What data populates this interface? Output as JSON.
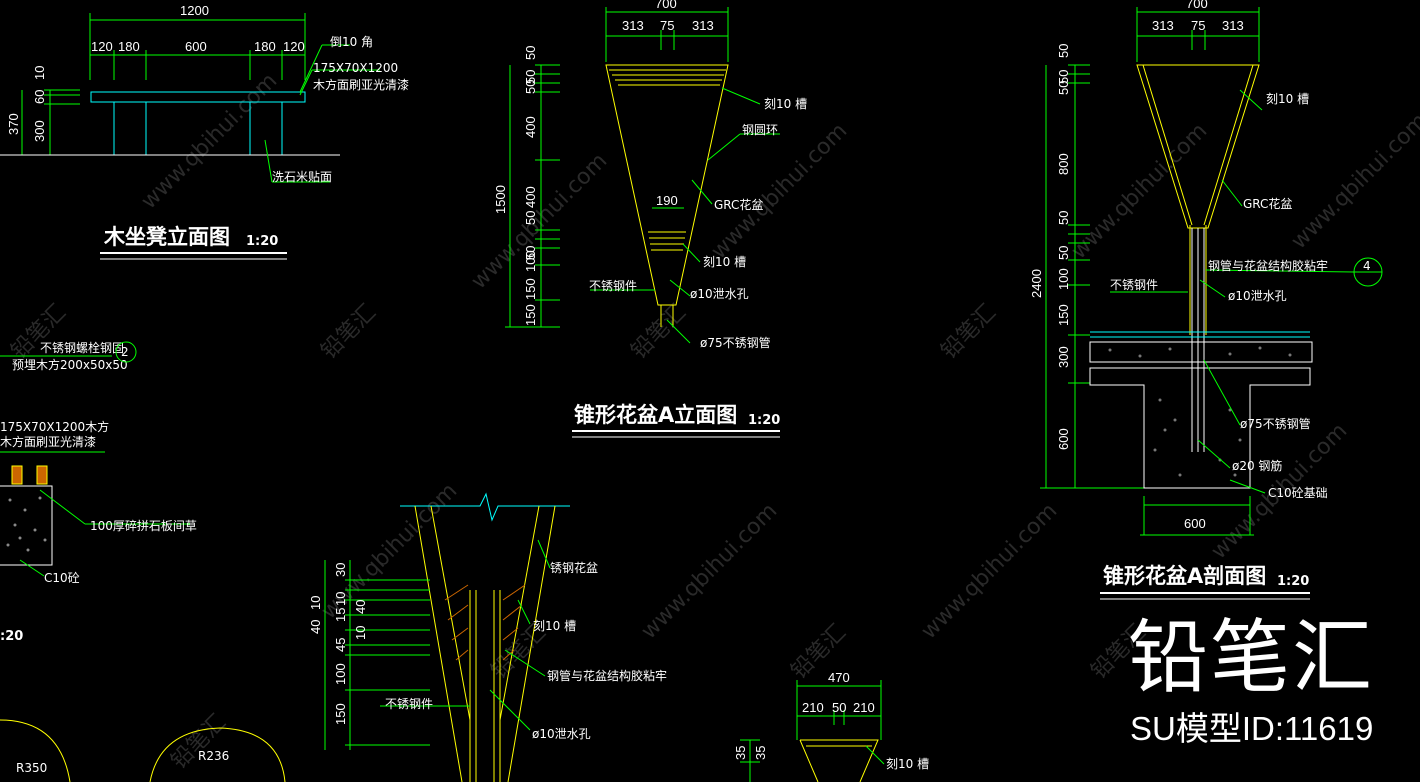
{
  "bench": {
    "total": "1200",
    "segs": [
      "120",
      "180",
      "600",
      "180",
      "120"
    ],
    "vert": [
      "10",
      "60",
      "300"
    ],
    "overall": "370",
    "notes": [
      "倒10  角",
      "175X70X1200",
      "木方面刷亚光清漆",
      "洗石米贴面"
    ],
    "title": "木坐凳立面图",
    "scale": "1:20"
  },
  "left_detail": {
    "notes": [
      "不锈钢螺栓钢固",
      "预埋木方200x50x50",
      "175X70X1200木方",
      "木方面刷亚光清漆",
      "100厚碎拼石板间草",
      "C10砼"
    ],
    "scale_fragment": ":20",
    "radii": [
      "R350",
      "R236"
    ],
    "callout": "2"
  },
  "planterA": {
    "top": "700",
    "segs": [
      "313",
      "75",
      "313"
    ],
    "vert": [
      "50",
      "50",
      "50",
      "400",
      "400",
      "50",
      "50",
      "100",
      "150",
      "150"
    ],
    "overall": "1500",
    "inner": "190",
    "notes": [
      "刻10  槽",
      "钢圆环",
      "GRC花盆",
      "刻10  槽",
      "不锈钢件",
      "ø10泄水孔",
      "ø75不锈钢管"
    ],
    "title": "锥形花盆A立面图",
    "scale": "1:20"
  },
  "planterSection": {
    "top": "700",
    "segs": [
      "313",
      "75",
      "313"
    ],
    "vert": [
      "50",
      "50",
      "50",
      "800",
      "50",
      "50",
      "100",
      "150",
      "300",
      "600"
    ],
    "overall": "2400",
    "bottom": "600",
    "callout": "4",
    "notes": [
      "刻10  槽",
      "GRC花盆",
      "钢管与花盆结构胶粘牢",
      "不锈钢件",
      "ø10泄水孔",
      "ø75不锈钢管",
      "ø20 钢筋",
      "C10砼基础"
    ],
    "title": "锥形花盆A剖面图",
    "scale": "1:20"
  },
  "detailB": {
    "vert": [
      "30",
      "10",
      "15",
      "40",
      "40",
      "45",
      "100",
      "150",
      "10",
      "10"
    ],
    "notes": [
      "锈钢花盆",
      "刻10  槽",
      "钢管与花盆结构胶粘牢",
      "不锈钢件",
      "ø10泄水孔"
    ]
  },
  "detailC": {
    "top": "470",
    "segs": [
      "210",
      "50",
      "210"
    ],
    "vert": [
      "35",
      "35"
    ],
    "notes": [
      "刻10  槽"
    ]
  },
  "watermark": "www.qbihui.com",
  "watermark_cn": "铅笔汇",
  "brand": {
    "logo": "铅笔汇",
    "id": "SU模型ID:11619"
  },
  "colors": {
    "bg": "#000000",
    "dim": "#00ff00",
    "outline": "#ffff00",
    "cyan": "#00ffff",
    "text": "#ffffff"
  }
}
